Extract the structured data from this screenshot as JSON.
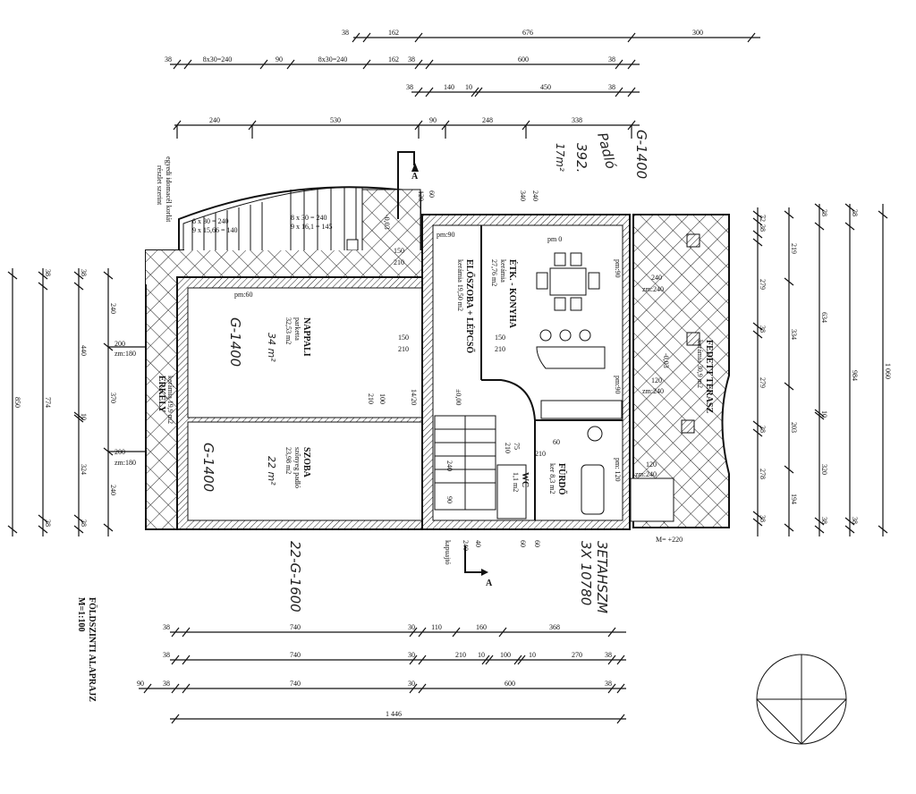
{
  "title": "FÖLDSZINTI ALAPRAJZ",
  "scale": "M=1:100",
  "dimensions": {
    "top": [
      [
        "38",
        "162",
        "676",
        "300"
      ],
      [
        "38",
        "8x30=240",
        "90",
        "8x30=240",
        "162",
        "38",
        "600",
        "38"
      ],
      [
        "38",
        "140",
        "10",
        "450",
        "38"
      ],
      [
        "240",
        "530",
        "90",
        "248",
        "338"
      ]
    ],
    "bottom": [
      [
        "38",
        "740",
        "30",
        "110",
        "160",
        "368"
      ],
      [
        "38",
        "740",
        "30",
        "210",
        "10",
        "100",
        "10",
        "270",
        "38"
      ],
      [
        "90",
        "38",
        "740",
        "30",
        "600",
        "38"
      ],
      [
        "1 446"
      ]
    ],
    "left": [
      [
        "850"
      ],
      [
        "38",
        "774",
        "38"
      ],
      [
        "38",
        "440",
        "10",
        "324",
        "38"
      ],
      [
        "240",
        "370",
        "240"
      ]
    ],
    "right": [
      [
        "72",
        "38",
        "279",
        "38",
        "279",
        "38",
        "278",
        "38"
      ],
      [
        "219",
        "334",
        "203",
        "194"
      ],
      [
        "38",
        "634",
        "10",
        "320",
        "38"
      ],
      [
        "38",
        "984",
        "38"
      ],
      [
        "1 060"
      ]
    ]
  },
  "rooms": {
    "nappali": {
      "name": "NAPPALI",
      "floor": "parketta",
      "area": "32,53 m2"
    },
    "szoba": {
      "name": "SZOBA",
      "floor": "szőnyeg padló",
      "area": "23,98 m2"
    },
    "erkely": {
      "name": "ERKÉLY",
      "floor": "kerámia 19,9 m2"
    },
    "eloszoba": {
      "name": "ELŐSZOBA + LÉPCSŐ",
      "floor": "kerámia 19,50 m2"
    },
    "konyha": {
      "name": "ÉTK. - KONYHA",
      "floor": "kerámia",
      "area": "27,76 m2"
    },
    "terasz": {
      "name": "FEDETT TERASZ",
      "floor": "kerámia 30,9 m2"
    },
    "furdo": {
      "name": "FÜRDŐ",
      "floor": "ker 8,3 m2"
    },
    "wc": {
      "name": "WC",
      "area": "1,1 m2"
    }
  },
  "openings": {
    "d150_210": [
      "150",
      "210"
    ],
    "d100_210": [
      "100",
      "210"
    ],
    "d75_210": [
      "75",
      "210"
    ],
    "d60_210": [
      "60",
      "210"
    ],
    "w200": "200",
    "zm180": "zm:180",
    "w240": "240",
    "zm240": "zm:240",
    "w120": "120",
    "pm90": "pm:90",
    "pm0": "pm 0",
    "pm60": "pm:60",
    "pm120": "pm: 120",
    "top_60_120": [
      "60",
      "120"
    ],
    "top_240_340": [
      "240",
      "340"
    ],
    "bottom_240_40": [
      "240",
      "40"
    ],
    "bottom_60_60": [
      "60",
      "60"
    ],
    "v_200_180": [
      "200",
      "180"
    ],
    "k1420": "14/20",
    "s240": "240",
    "s90": "90",
    "kapu": "kapuajtó"
  },
  "levels": {
    "main": "±0,00",
    "stair": "-0,03",
    "terrace": "-0,03",
    "m220": "M= +220"
  },
  "stairs": {
    "a1": "8 x 30 = 240",
    "a2": "9 x 15,66 = 140",
    "b1": "8 x 30 = 240",
    "b2": "9 x 16,1 = 145",
    "railing": "egyedi idomacél korlát",
    "railing2": "részlet szerint"
  },
  "section": {
    "label": "A"
  },
  "handwritten": {
    "n1": "G-1400",
    "n2": "34 m²",
    "s1": "G-1400",
    "s2": "22 m²",
    "bottom": "22-G-1600",
    "top1": "Padló",
    "top2": "392.",
    "top3": "17m²",
    "topright": "G-1400",
    "code1": "3ETAHSZM",
    "code2": "3X 10780"
  }
}
